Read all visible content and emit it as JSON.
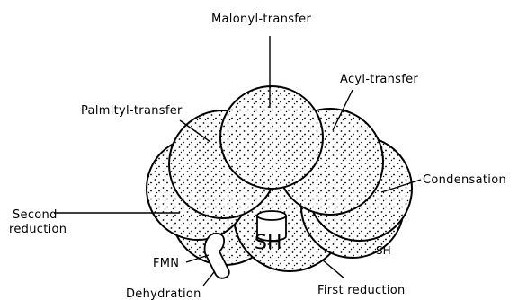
{
  "diagram": {
    "labels": {
      "malonyl": "Malonyl-transfer",
      "acyl": "Acyl-transfer",
      "palmityl": "Palmityl-transfer",
      "condensation": "Condensation",
      "second_reduction_line1": "Second",
      "second_reduction_line2": "reduction",
      "fmn": "FMN",
      "dehydration": "Dehydration",
      "first_reduction": "First reduction",
      "sh_right": "SH",
      "sh_center": "SH"
    }
  }
}
